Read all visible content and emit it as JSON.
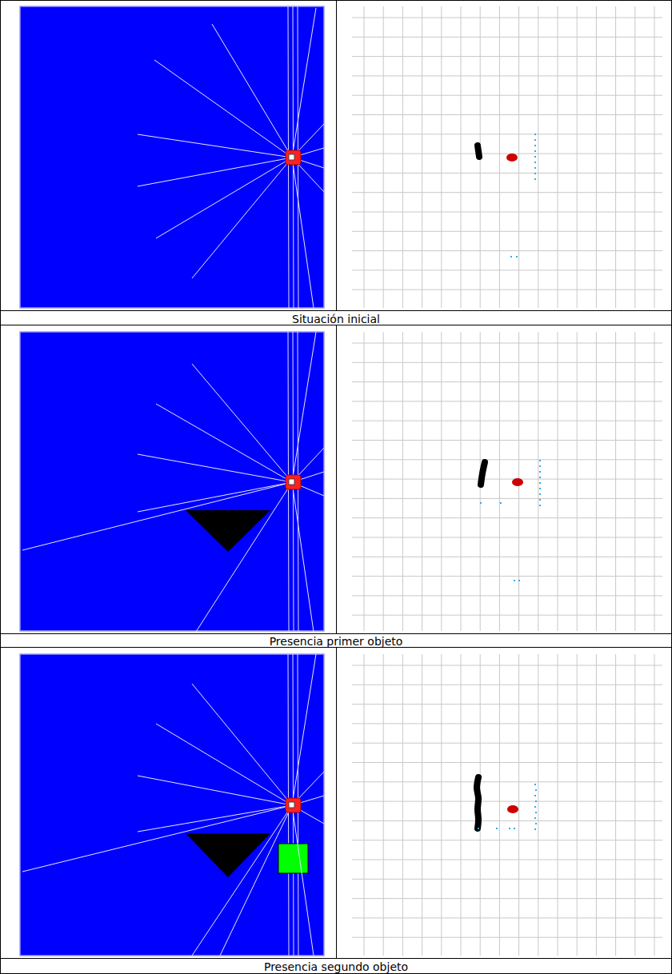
{
  "diagram": {
    "labels": [
      "Situación inicial",
      "Presencia primer objeto",
      "Presencia segundo objeto"
    ]
  }
}
